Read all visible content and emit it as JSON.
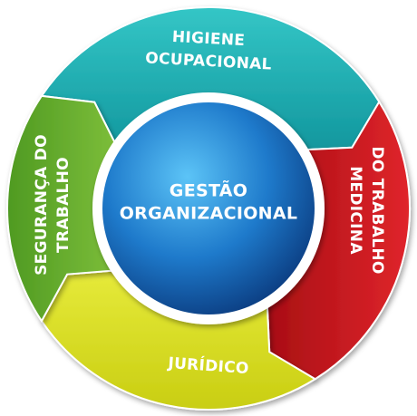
{
  "center": {
    "line1": "GESTÃO",
    "line2": "ORGANIZACIONAL"
  },
  "segments": [
    {
      "id": "higiene",
      "line1": "HIGIENE",
      "line2": "OCUPACIONAL",
      "color": "#1FB6B8"
    },
    {
      "id": "medicina",
      "line1": "MEDICINA",
      "line2": "DO TRABALHO",
      "color": "#C8161D"
    },
    {
      "id": "juridico",
      "line1": "JURÍDICO",
      "line2": "",
      "color": "#D9DE1A"
    },
    {
      "id": "seguranca",
      "line1": "SEGURANÇA DO",
      "line2": "TRABALHO",
      "color": "#5FA92C"
    }
  ],
  "colors": {
    "center_light": "#4FB3F0",
    "center_dark": "#0A3F85",
    "ring_inner": "#ffffff"
  }
}
